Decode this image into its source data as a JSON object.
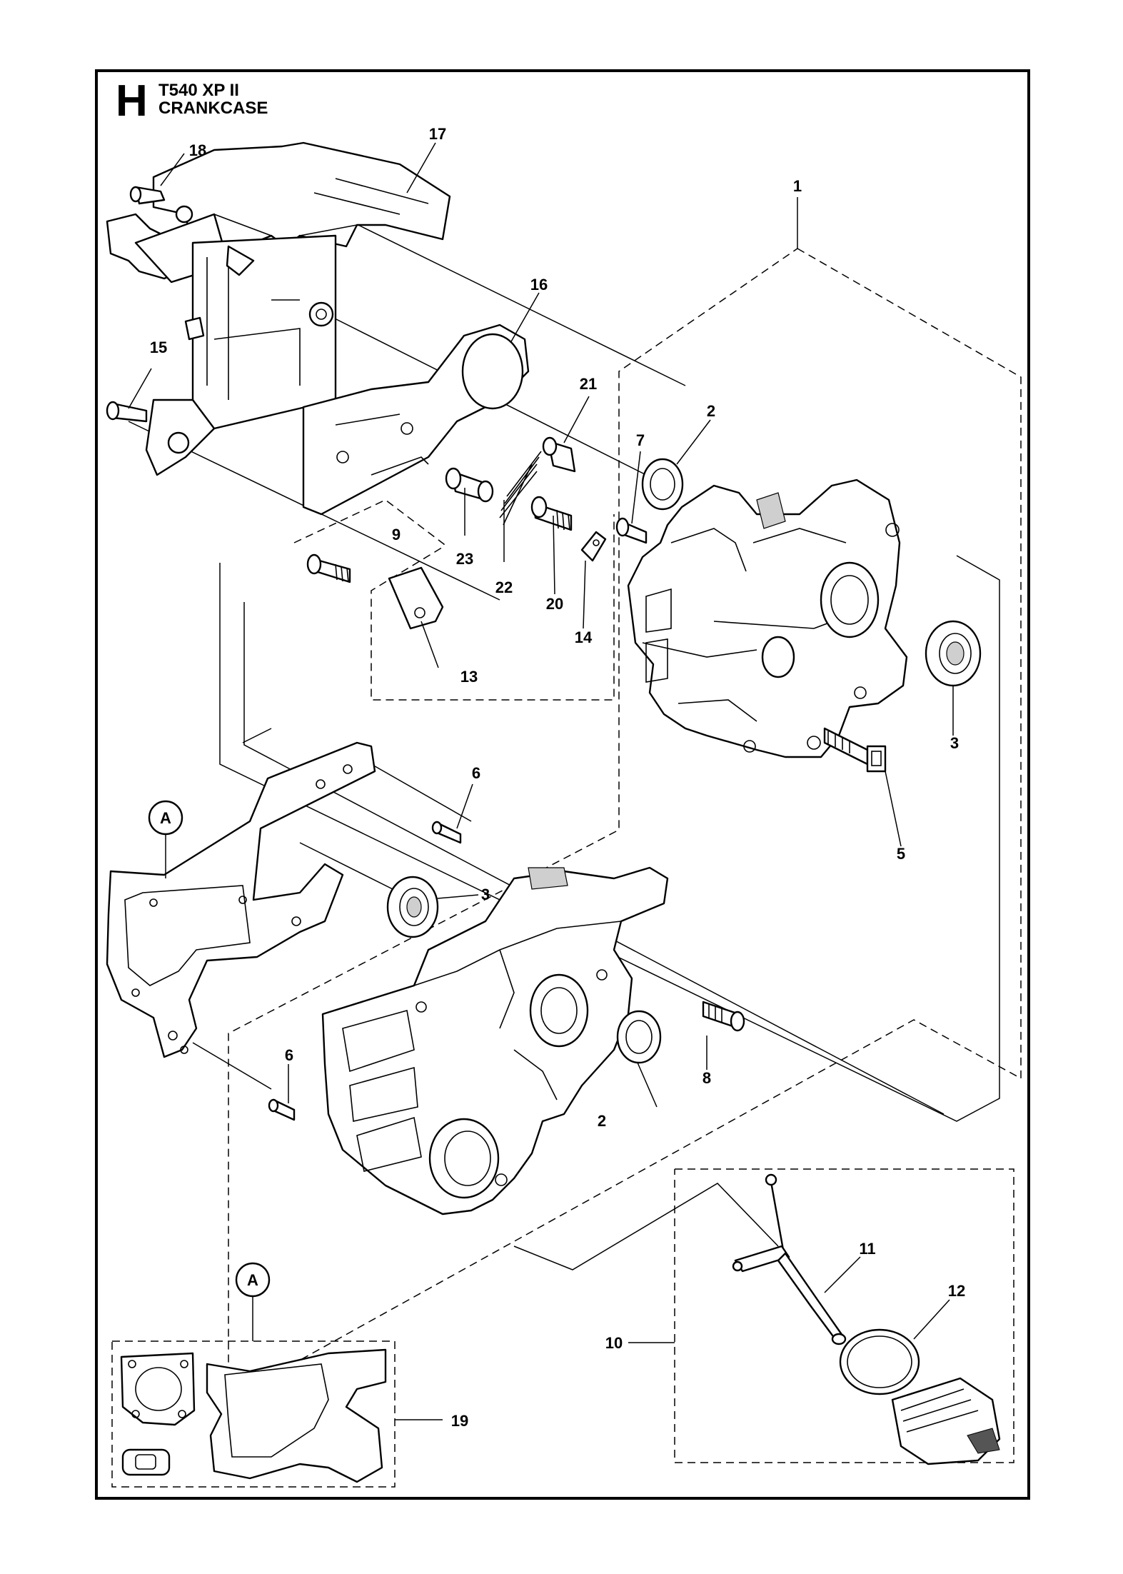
{
  "header": {
    "section_letter": "H",
    "model": "T540 XP II",
    "section_title": "CRANKCASE"
  },
  "callouts": {
    "c1": "1",
    "c2a": "2",
    "c2b": "2",
    "c3a": "3",
    "c3b": "3",
    "c5": "5",
    "c6a": "6",
    "c6b": "6",
    "c7": "7",
    "c8": "8",
    "c9": "9",
    "c10": "10",
    "c11": "11",
    "c12": "12",
    "c13": "13",
    "c14": "14",
    "c15": "15",
    "c16": "16",
    "c17": "17",
    "c18": "18",
    "c19": "19",
    "c20": "20",
    "c21": "21",
    "c22": "22",
    "c23": "23"
  },
  "reference_markers": {
    "a1": "A",
    "a2": "A"
  }
}
